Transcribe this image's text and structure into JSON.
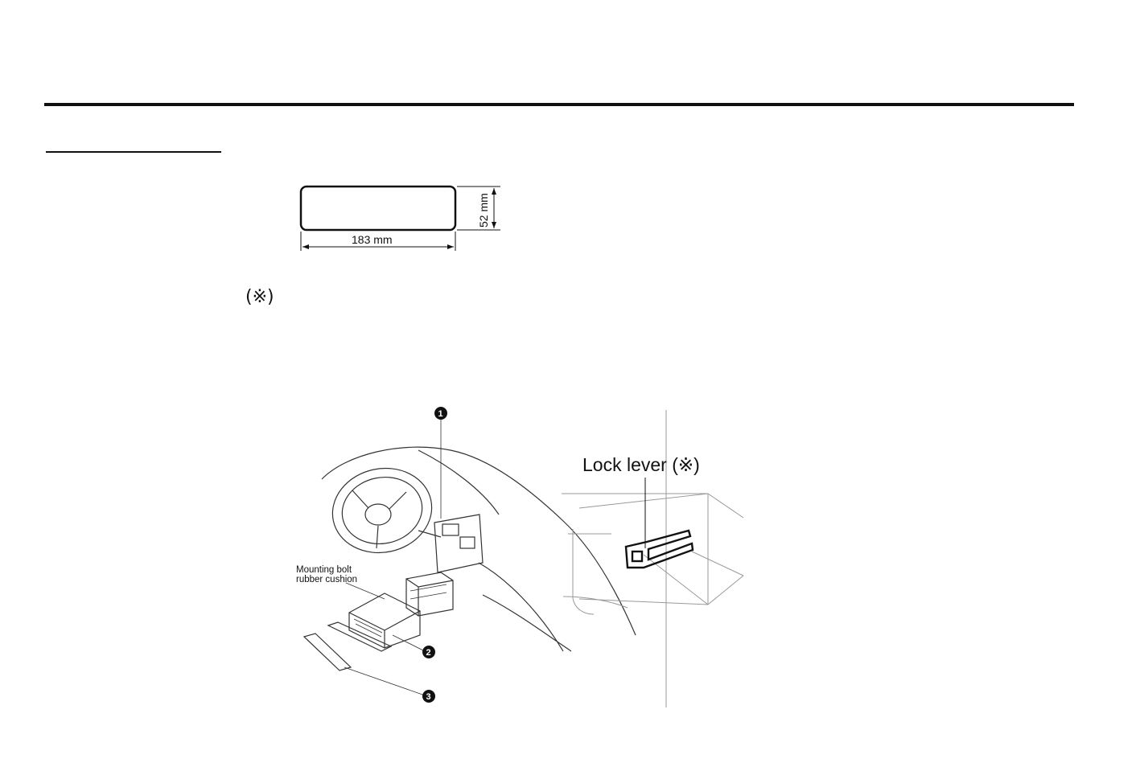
{
  "page": {
    "reference_mark": "(※)"
  },
  "cutout_diagram": {
    "width_label": "183 mm",
    "height_label": "52 mm"
  },
  "installation_diagram": {
    "label_mounting": "Mounting bolt\nrubber cushion",
    "label_mounting_line1": "Mounting bolt",
    "label_mounting_line2": "rubber cushion",
    "callouts": [
      "1",
      "2",
      "3"
    ]
  },
  "lock_diagram": {
    "label": "Lock lever (※)"
  }
}
